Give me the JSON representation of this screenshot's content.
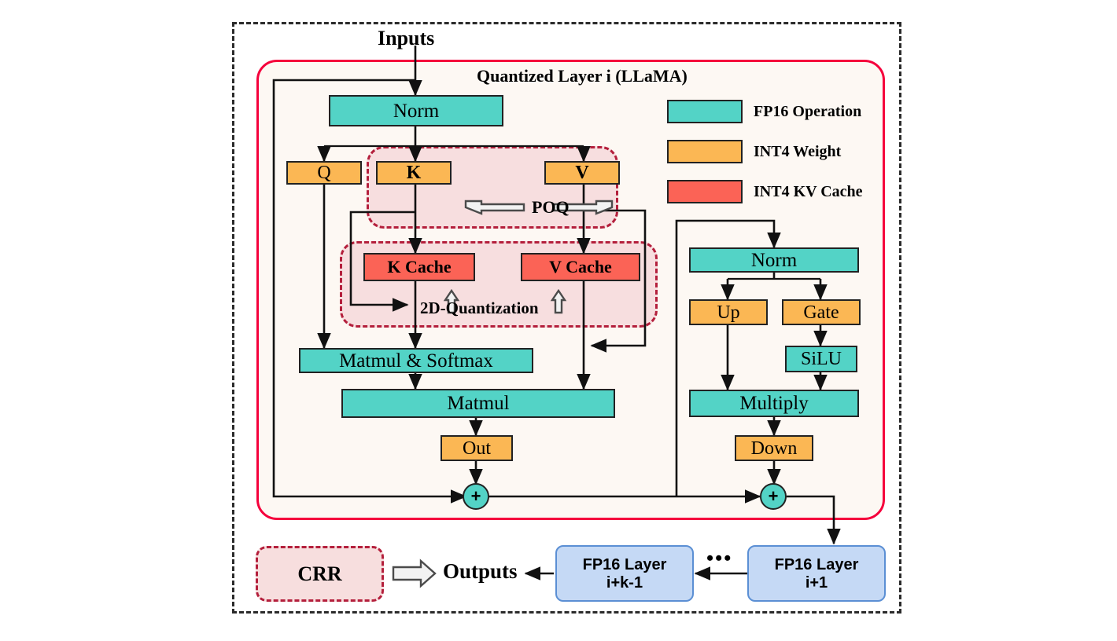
{
  "diagram": {
    "title_inputs": "Inputs",
    "quantized_layer_title": "Quantized Layer i (LLaMA)",
    "outputs_label": "Outputs",
    "crr_label": "CRR",
    "ellipsis": "•••"
  },
  "legend": {
    "items": [
      {
        "label": "FP16  Operation",
        "color": "#53d3c6",
        "name": "fp16-operation"
      },
      {
        "label": "INT4  Weight",
        "color": "#fbb754",
        "name": "int4-weight"
      },
      {
        "label": "INT4  KV Cache",
        "color": "#fb6356",
        "name": "int4-kv-cache"
      }
    ]
  },
  "attention": {
    "norm": "Norm",
    "q": "Q",
    "k": "K",
    "v": "V",
    "poq": "POQ",
    "k_cache": "K Cache",
    "v_cache": "V Cache",
    "twod_quant": "2D-Quantization",
    "matmul_softmax": "Matmul  &  Softmax",
    "matmul": "Matmul",
    "out": "Out",
    "add": "+"
  },
  "mlp": {
    "norm": "Norm",
    "up": "Up",
    "gate": "Gate",
    "silu": "SiLU",
    "multiply": "Multiply",
    "down": "Down",
    "add": "+"
  },
  "downstream": {
    "layer_k": "FP16 Layer\ni+k-1",
    "layer_k_line1": "FP16 Layer",
    "layer_k_line2": "i+k-1",
    "layer_next_line1": "FP16 Layer",
    "layer_next_line2": "i+1"
  },
  "colors": {
    "fp16": "#53d3c6",
    "int4_weight": "#fbb754",
    "int4_kv": "#fb6356",
    "quant_border": "#f5003c",
    "dashed_red": "#b41f3c",
    "panel_bg": "#fdf8f3",
    "blue_layer": "#c5d9f5",
    "outer_dash": "#2b2b2b"
  }
}
